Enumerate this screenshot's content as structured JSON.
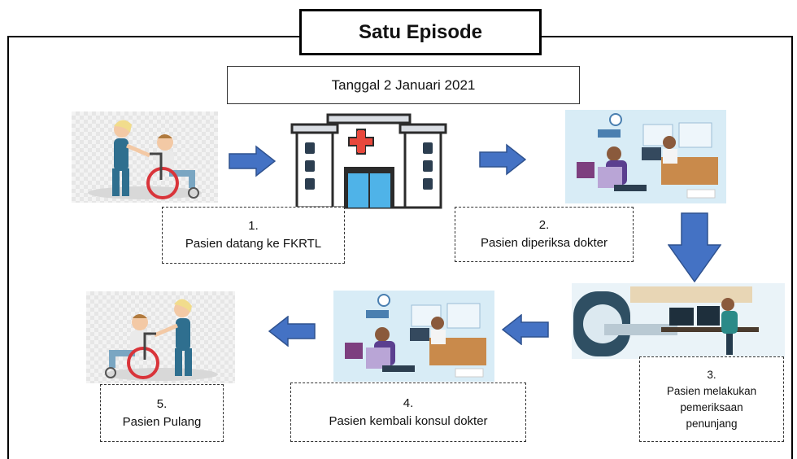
{
  "title": "Satu Episode",
  "date": "Tanggal 2 Januari 2021",
  "steps": [
    {
      "num": "1.",
      "text": "Pasien datang ke FKRTL"
    },
    {
      "num": "2.",
      "text": "Pasien diperiksa dokter"
    },
    {
      "num": "3.",
      "text_lines": [
        "Pasien melakukan",
        "pemeriksaan",
        "penunjang"
      ]
    },
    {
      "num": "4.",
      "text": "Pasien kembali konsul dokter"
    },
    {
      "num": "5.",
      "text": "Pasien Pulang"
    }
  ],
  "colors": {
    "arrow": "#4472c4",
    "arrow_border": "#2f528f",
    "hospital_cross": "#e8483c",
    "door": "#4fb3e8",
    "office_bg": "#d8ecf6"
  },
  "icons": [
    "wheelchair-arrival-illustration",
    "hospital-icon",
    "doctor-consultation-illustration",
    "mri-scan-illustration",
    "wheelchair-discharge-illustration"
  ]
}
